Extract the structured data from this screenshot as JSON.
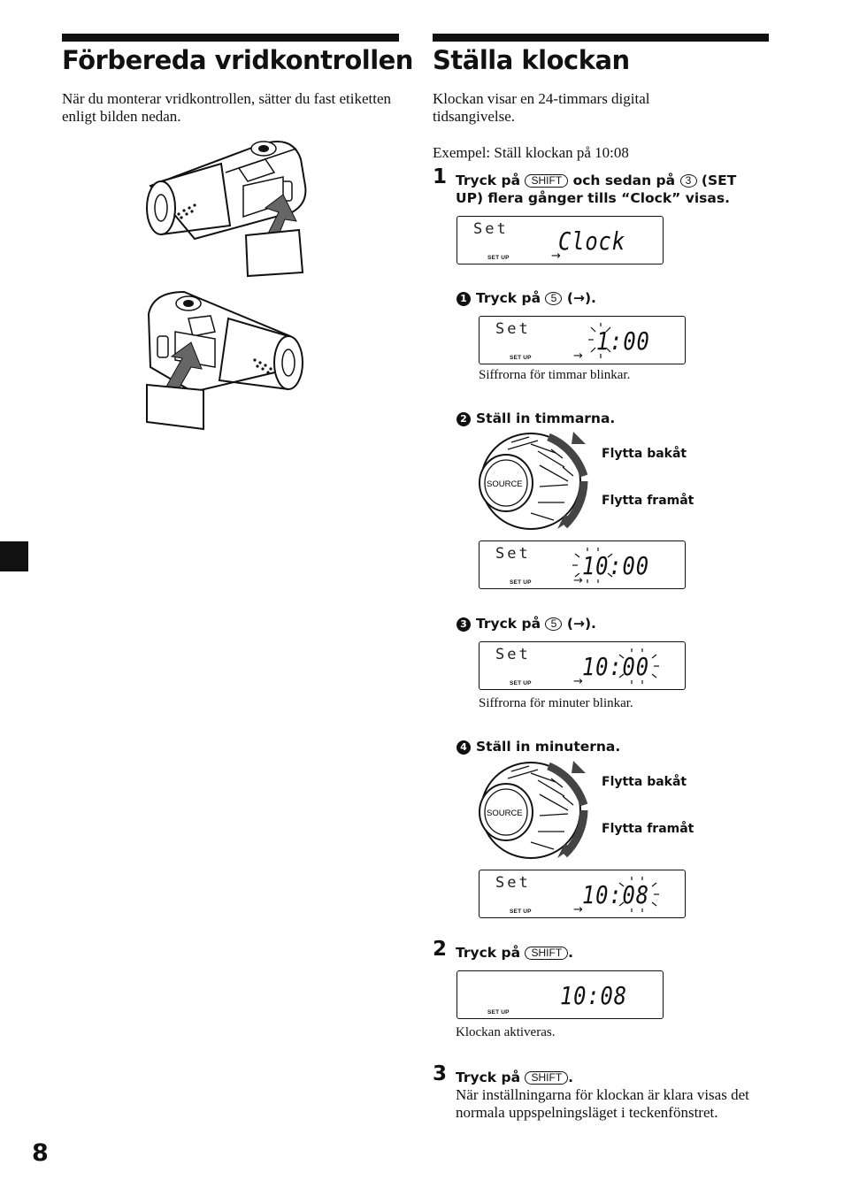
{
  "left": {
    "title": "Förbereda vridkontrollen",
    "intro": "När du monterar vridkontrollen, sätter du fast etiketten enligt bilden nedan."
  },
  "right": {
    "title": "Ställa klockan",
    "intro": "Klockan visar en 24-timmars digital tidsangivelse.",
    "example": "Exempel: Ställ klockan på 10:08",
    "step1": {
      "num": "1",
      "text_a": "Tryck på",
      "key_shift": "SHIFT",
      "text_b": "och sedan på",
      "key_3": "3",
      "text_c": "(SET UP) flera gånger tills “Clock” visas.",
      "display": {
        "set": "Set",
        "main": "Clock",
        "setup": "SET UP"
      },
      "sub1": {
        "marker": "1",
        "text": "Tryck på",
        "key": "5",
        "arrow": "(→).",
        "display": {
          "set": "Set",
          "main": "1:00",
          "setup": "SET UP"
        },
        "caption": "Siffrorna för timmar blinkar."
      },
      "sub2": {
        "marker": "2",
        "text": "Ställ in timmarna.",
        "knob": {
          "source": "SOURCE",
          "back": "Flytta bakåt",
          "forward": "Flytta framåt"
        },
        "display": {
          "set": "Set",
          "main": "10:00",
          "setup": "SET UP"
        }
      },
      "sub3": {
        "marker": "3",
        "text": "Tryck på",
        "key": "5",
        "arrow": "(→).",
        "display": {
          "set": "Set",
          "main": "10:00",
          "setup": "SET UP"
        },
        "caption": "Siffrorna för minuter blinkar."
      },
      "sub4": {
        "marker": "4",
        "text": "Ställ in minuterna.",
        "knob": {
          "source": "SOURCE",
          "back": "Flytta bakåt",
          "forward": "Flytta framåt"
        },
        "display": {
          "set": "Set",
          "main": "10:08",
          "setup": "SET UP"
        }
      }
    },
    "step2": {
      "num": "2",
      "text": "Tryck på",
      "key": "SHIFT",
      "suffix": ".",
      "display": {
        "main": "10:08",
        "setup": "SET UP"
      },
      "caption": "Klockan aktiveras."
    },
    "step3": {
      "num": "3",
      "text": "Tryck på",
      "key": "SHIFT",
      "suffix": ".",
      "body": "När inställningarna för klockan är klara visas det normala uppspelningsläget i teckenfönstret."
    }
  },
  "page_number": "8"
}
